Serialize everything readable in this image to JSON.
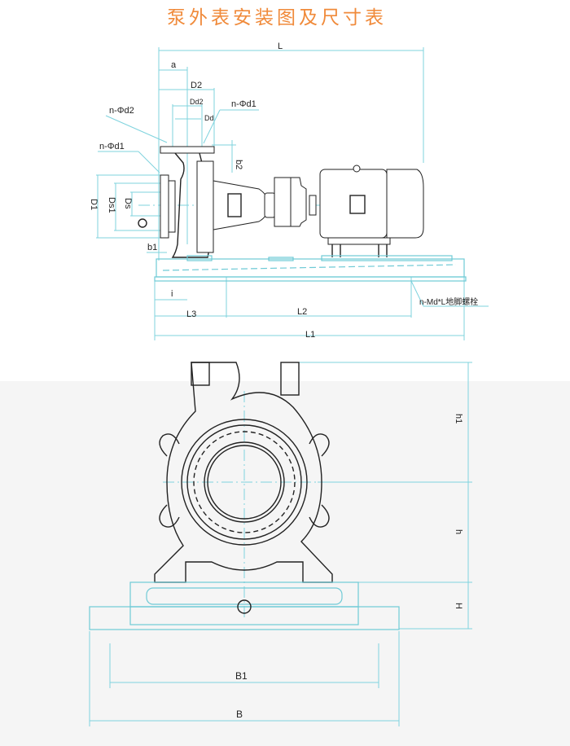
{
  "title": "泵外表安装图及尺寸表",
  "side_view_labels": {
    "L": "L",
    "a": "a",
    "D2": "D2",
    "Dd2": "Dd2",
    "Dd": "Dd",
    "n_d2": "n-Φd2",
    "n_d1_top": "n-Φd1",
    "n_d1_left": "n-Φd1",
    "b2": "b2",
    "D1": "D1",
    "Ds1": "Ds1",
    "Ds": "Ds",
    "b1": "b1",
    "i": "i",
    "L3": "L3",
    "L2": "L2",
    "L1": "L1",
    "anchor_bolt": "n-Md*L地脚螺栓"
  },
  "front_view_labels": {
    "h1": "h1",
    "h": "h",
    "H": "H",
    "B1": "B1",
    "B": "B"
  },
  "colors": {
    "title": "#f08a3a",
    "dimension": "#7fd3de",
    "outline": "#222222"
  }
}
